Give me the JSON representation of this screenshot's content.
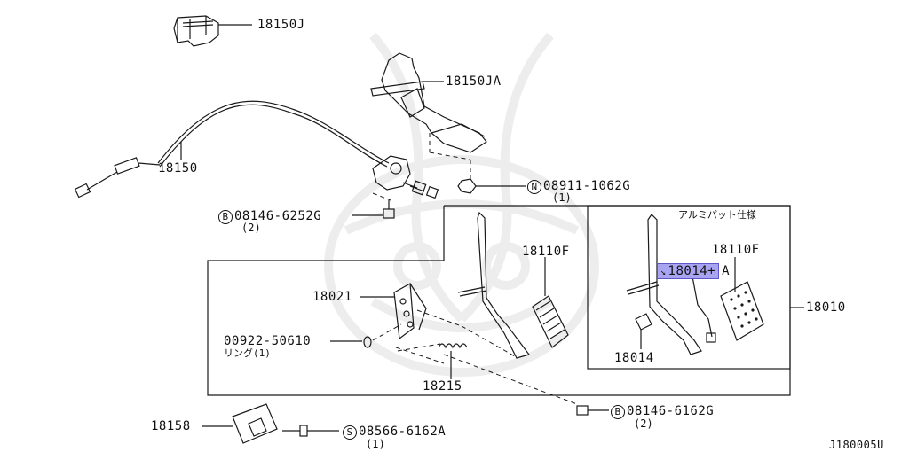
{
  "labels": {
    "p18150J": "18150J",
    "p18150JA": "18150JA",
    "p18150": "18150",
    "nut_code": "08911-1062G",
    "nut_prefix": "N",
    "nut_qty": "(1)",
    "bolt1_code": "08146-6252G",
    "bolt1_prefix": "B",
    "bolt1_qty": "(2)",
    "p18021": "18021",
    "ring_code": "00922-50610",
    "ring_name": "リング(1)",
    "p18215": "18215",
    "p18110F_left": "18110F",
    "aluminum_spec": "アルミパット仕様",
    "p18110F_right": "18110F",
    "p18014A_main": "18014+",
    "p18014A_suffix": "A",
    "p18014": "18014",
    "p18010": "18010",
    "bolt2_code": "08146-6162G",
    "bolt2_prefix": "B",
    "bolt2_qty": "(2)",
    "p18158": "18158",
    "screw_code": "08566-6162A",
    "screw_prefix": "S",
    "screw_qty": "(1)",
    "diagram_id": "J180005U"
  },
  "colors": {
    "line": "#1a1a1a",
    "highlight": "#a9a4f2",
    "watermark": "#ececec"
  }
}
